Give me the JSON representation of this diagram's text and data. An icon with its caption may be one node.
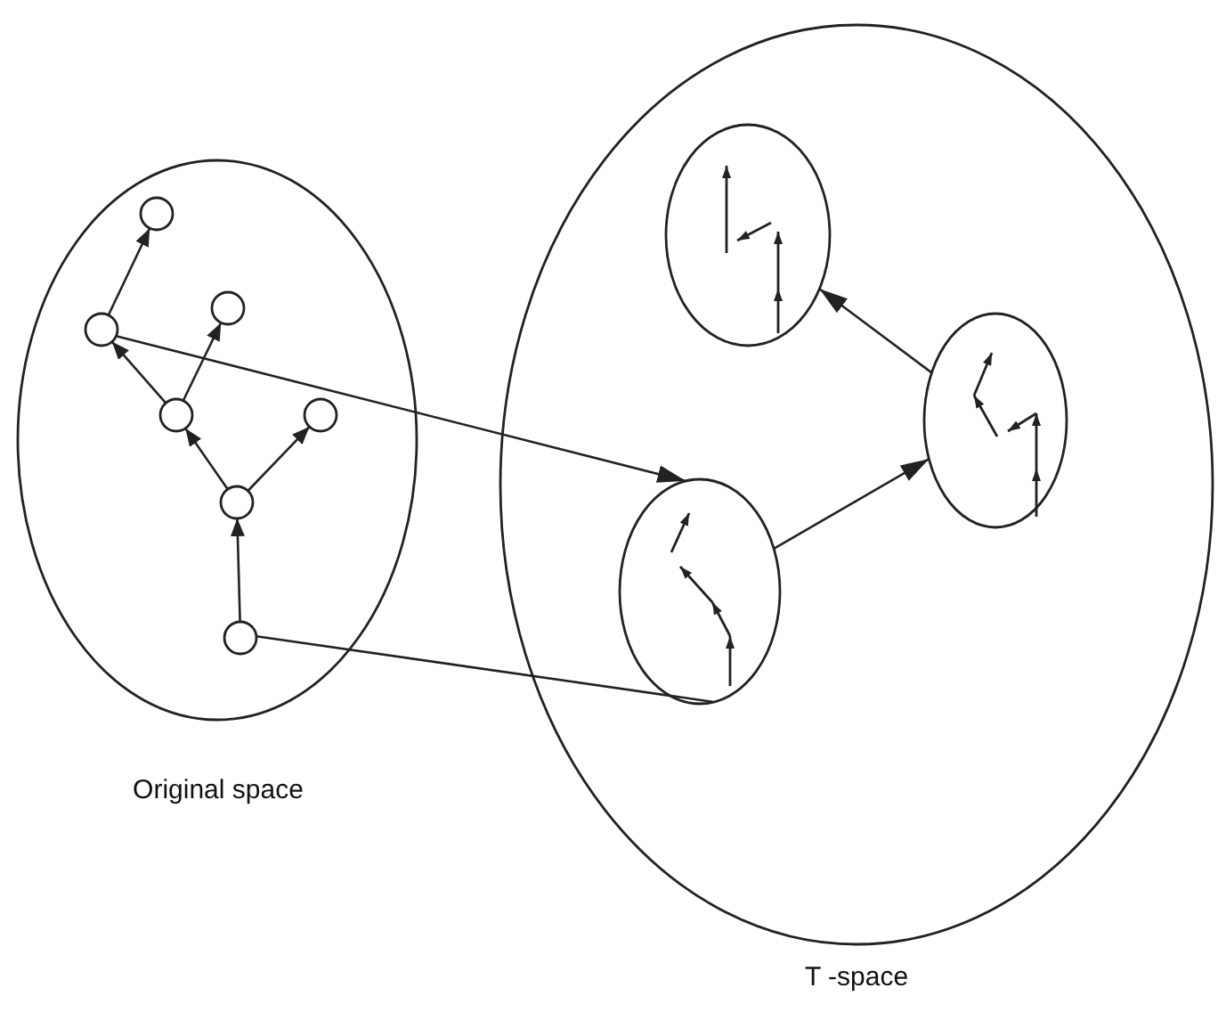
{
  "diagram": {
    "nodes": [
      {
        "text": [
          "Original space"
        ]
      },
      {
        "text": [
          "T -space"
        ]
      },
      {
        "text": [],
        "shape": "circle",
        "in": 0
      },
      {
        "text": [],
        "shape": "circle",
        "in": 0
      },
      {
        "text": [],
        "shape": "circle",
        "in": 0
      },
      {
        "text": [],
        "shape": "circle",
        "in": 0
      },
      {
        "text": [],
        "shape": "circle",
        "in": 0
      },
      {
        "text": [],
        "shape": "circle",
        "in": 0
      },
      {
        "text": [],
        "shape": "circle",
        "in": 0
      },
      {
        "text": [],
        "shape": "ellipse",
        "in": 1
      },
      {
        "text": [],
        "shape": "ellipse",
        "in": 1
      },
      {
        "text": [],
        "shape": "ellipse",
        "in": 1
      }
    ],
    "edges": [
      {
        "from": 8,
        "to": 7,
        "arrow": "to"
      },
      {
        "from": 7,
        "to": 5,
        "arrow": "to"
      },
      {
        "from": 7,
        "to": 6,
        "arrow": "to"
      },
      {
        "from": 5,
        "to": 3,
        "arrow": "to"
      },
      {
        "from": 5,
        "to": 4,
        "arrow": "to"
      },
      {
        "from": 3,
        "to": 2,
        "arrow": "to"
      },
      {
        "from": 3,
        "to": 11,
        "arrow": "to"
      },
      {
        "from": 8,
        "to": 11,
        "arrow": "none"
      },
      {
        "from": 11,
        "to": 10,
        "arrow": "to"
      },
      {
        "from": 10,
        "to": 9,
        "arrow": "to"
      }
    ]
  }
}
